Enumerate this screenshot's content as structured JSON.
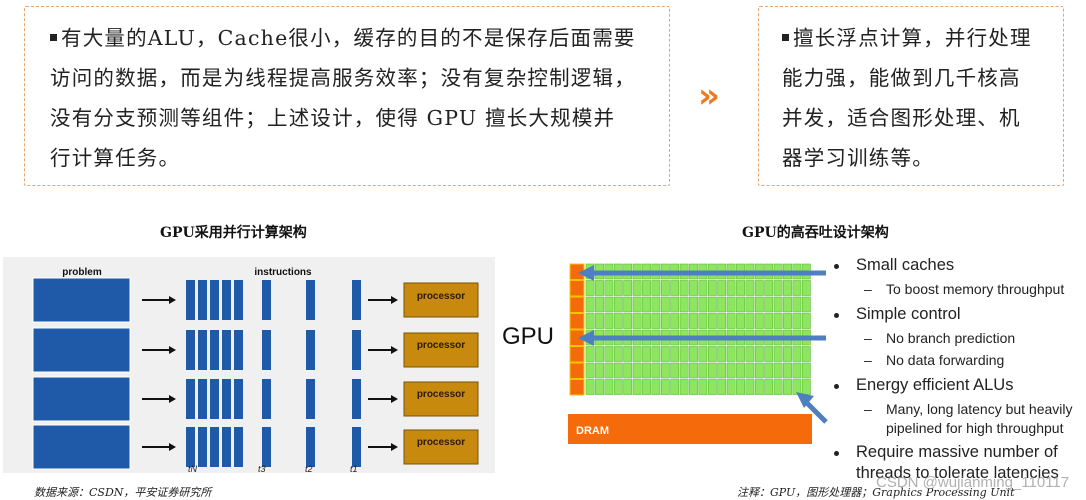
{
  "left_box": {
    "lines": [
      "有大量的ALU，Cache很小，缓存的目的不是保存后面需要",
      "访问的数据，而是为线程提高服务效率；没有复杂控制逻辑，",
      "没有分支预测等组件；上述设计，使得 GPU 擅长大规模并",
      "行计算任务。"
    ]
  },
  "right_box": {
    "lines": [
      "擅长浮点计算，并行处理",
      "能力强，能做到几千核高",
      "并发，适合图形处理、机",
      "器学习训练等。"
    ]
  },
  "arrow_glyph": "»",
  "left_diagram": {
    "title": "GPU采用并行计算架构",
    "problem_label": "problem",
    "instructions_label": "instructions",
    "processor_label": "processor",
    "processor_count": 4,
    "time_labels": [
      "tN",
      "t3",
      "t2",
      "t1"
    ],
    "colors": {
      "blue": "#1f5aa8",
      "processor": "#c8890f"
    }
  },
  "gpu_label": "GPU",
  "right_diagram": {
    "title": "GPU的高吞吐设计架构",
    "dram_label": "DRAM",
    "colors": {
      "alu_green": "#8ee65e",
      "cache_orange": "#f56a0a",
      "arrow_blue": "#4e7fc0"
    }
  },
  "features": [
    {
      "title": "Small caches",
      "subs": [
        "To boost memory throughput"
      ]
    },
    {
      "title": "Simple control",
      "subs": [
        "No branch prediction",
        "No data forwarding"
      ]
    },
    {
      "title": "Energy efficient ALUs",
      "subs": [
        "Many, long latency but heavily",
        "pipelined for high throughput"
      ]
    },
    {
      "title": "Require massive number of",
      "subs": []
    }
  ],
  "feature_last_line": "threads to tolerate latencies",
  "footer_left": "数据来源：CSDN，平安证券研究所",
  "footer_right": "注释：GPU，图形处理器；Graphics Processing Unit",
  "watermark": "CSDN @wujianming_110117"
}
